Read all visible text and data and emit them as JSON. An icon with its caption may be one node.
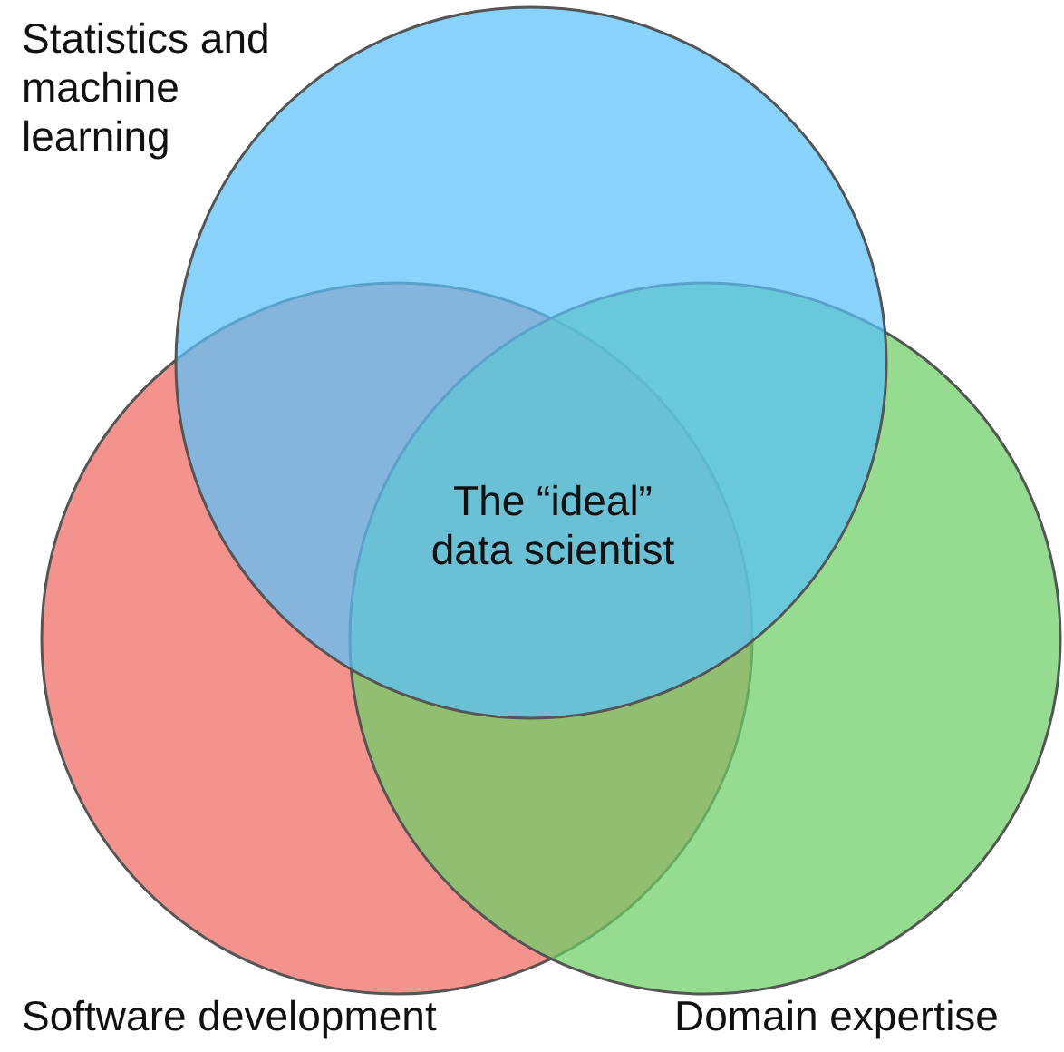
{
  "diagram": {
    "nodes": [
      {
        "text": [
          "Statistics and machine learning"
        ]
      },
      {
        "text": [
          "Software development"
        ]
      },
      {
        "text": [
          "Domain expertise"
        ]
      }
    ],
    "labels": [
      "The “ideal” data scientist"
    ]
  }
}
